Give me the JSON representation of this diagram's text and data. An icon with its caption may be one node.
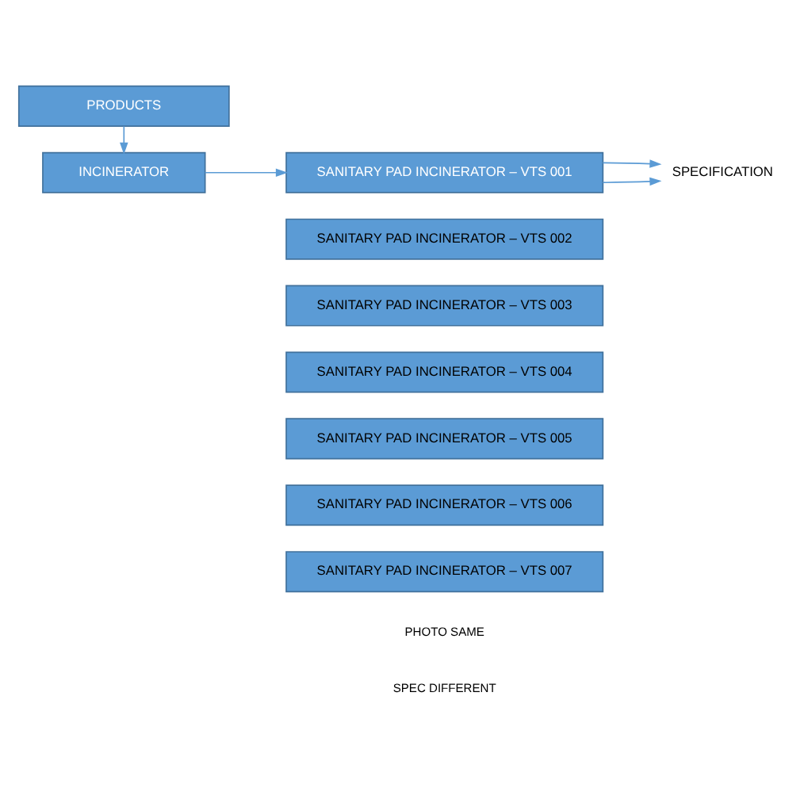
{
  "diagram": {
    "nodes": [
      {
        "text": [
          "PRODUCTS"
        ]
      },
      {
        "text": [
          "INCINERATOR"
        ]
      },
      {
        "text": [
          "SANITARY PAD INCINERATOR – VTS 001"
        ]
      },
      {
        "text": [
          "SANITARY PAD INCINERATOR – VTS 002"
        ]
      },
      {
        "text": [
          "SANITARY PAD INCINERATOR – VTS 003"
        ]
      },
      {
        "text": [
          "SANITARY PAD INCINERATOR – VTS 004"
        ]
      },
      {
        "text": [
          "SANITARY PAD INCINERATOR – VTS 005"
        ]
      },
      {
        "text": [
          "SANITARY PAD INCINERATOR – VTS 006"
        ]
      },
      {
        "text": [
          "SANITARY PAD INCINERATOR – VTS 007"
        ]
      },
      {
        "text": [
          "SPECIFICATION"
        ]
      }
    ],
    "edges": [
      {
        "from": 0,
        "to": 1,
        "arrow": "to"
      },
      {
        "from": 1,
        "to": 2,
        "arrow": "to"
      },
      {
        "from": 2,
        "to": 9,
        "arrow": "to"
      },
      {
        "from": 2,
        "to": 9,
        "arrow": "to"
      }
    ],
    "labels": [
      "PHOTO SAME",
      "SPEC DIFFERENT"
    ]
  }
}
